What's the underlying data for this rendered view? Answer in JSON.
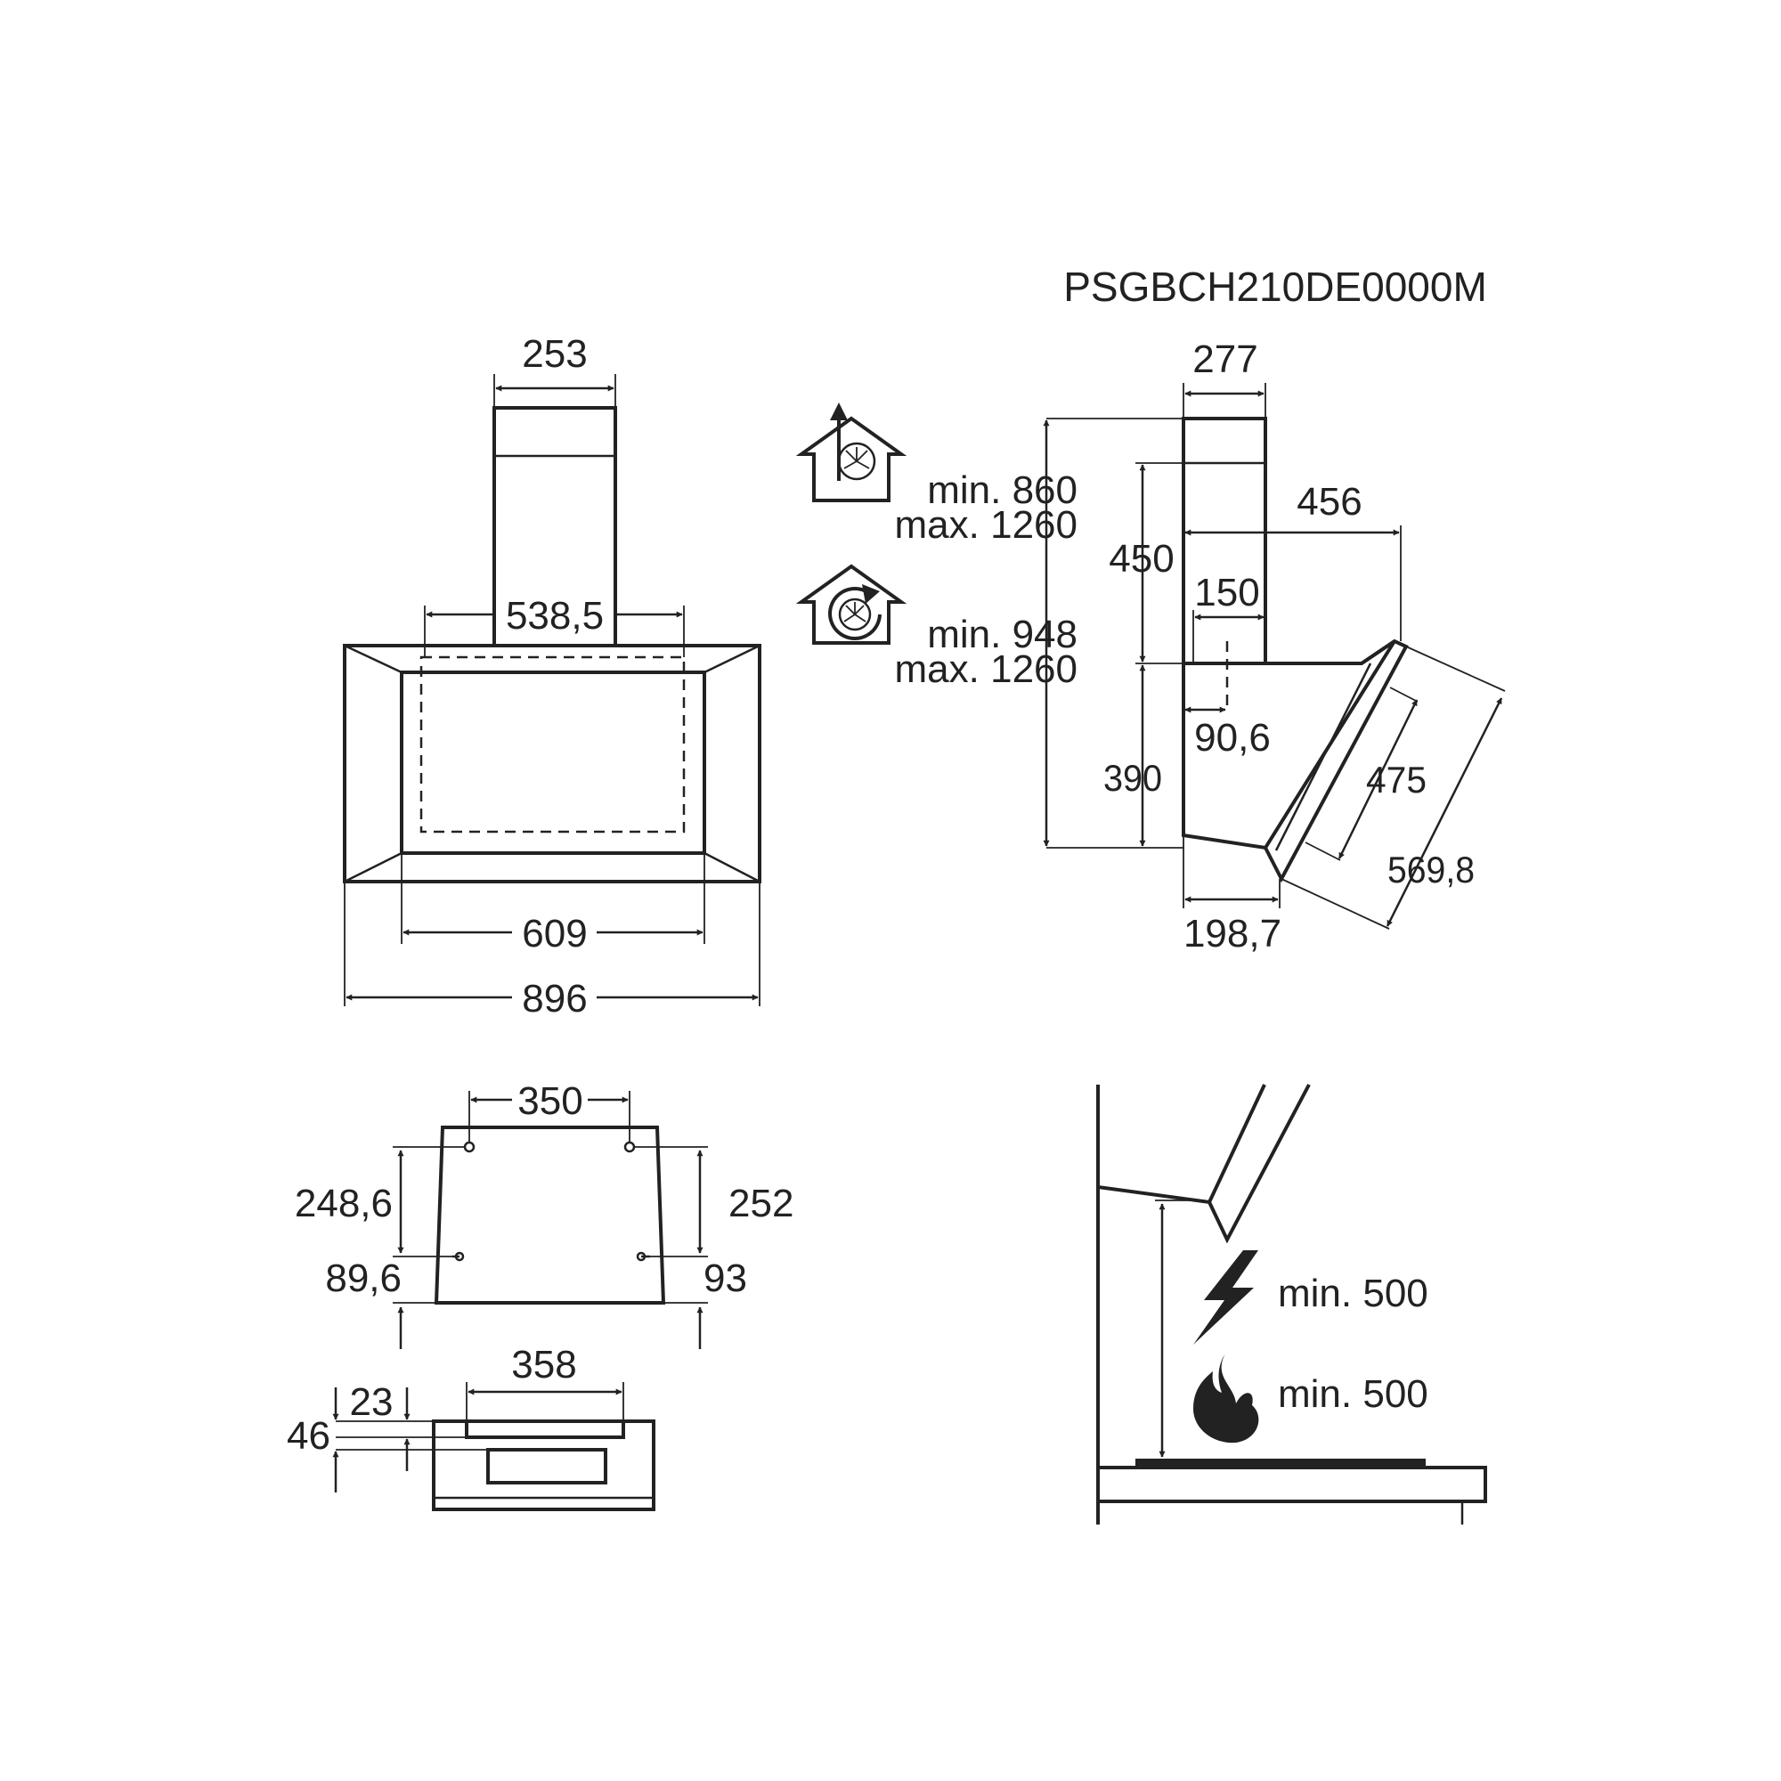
{
  "model_code": "PSGBCH210DE0000M",
  "front_view": {
    "chimney_width": "253",
    "inner_width": "538,5",
    "glass_width": "609",
    "total_width": "896"
  },
  "installation_heights": {
    "extraction_icon": "extraction-mode-icon",
    "recirculation_icon": "recirculation-mode-icon",
    "extraction_min": "min. 860",
    "extraction_max": "max. 1260",
    "recirculation_min": "min. 948",
    "recirculation_max": "max. 1260"
  },
  "side_view": {
    "chimney_depth": "277",
    "chimney_height": "450",
    "depth_to_canopy": "456",
    "outlet_width": "150",
    "outlet_offset": "90,6",
    "body_height": "390",
    "panel_length": "475",
    "canopy_length": "569,8",
    "bottom_depth": "198,7"
  },
  "wall_bracket": {
    "hole_spacing": "350",
    "left_vertical": "248,6",
    "right_vertical": "252",
    "left_bottom": "89,6",
    "right_bottom": "93"
  },
  "top_bracket": {
    "width": "358",
    "offset_small": "23",
    "offset_large": "46"
  },
  "safety_distances": {
    "electric_icon": "lightning-icon",
    "gas_icon": "flame-icon",
    "electric_min": "min. 500",
    "gas_min": "min. 500"
  }
}
